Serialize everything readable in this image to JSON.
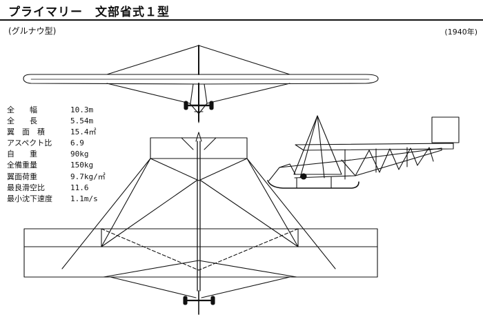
{
  "header": {
    "title": "プライマリー　文部省式１型",
    "subtitle": "(グルナウ型)",
    "year": "(1940年)"
  },
  "specs": [
    {
      "label": "全　　幅",
      "value": "10.3m"
    },
    {
      "label": "全　　長",
      "value": "5.54m"
    },
    {
      "label": "翼　面　積",
      "value": "15.4㎡"
    },
    {
      "label": "アスペクト比",
      "value": "6.9"
    },
    {
      "label": "自　　重",
      "value": "90kg"
    },
    {
      "label": "全備重量",
      "value": "150kg"
    },
    {
      "label": "翼面荷重",
      "value": "9.7kg/㎡"
    },
    {
      "label": "最良滑空比",
      "value": "11.6"
    },
    {
      "label": "最小沈下速度",
      "value": "1.1m/s"
    }
  ],
  "colors": {
    "line": "#111111",
    "background": "#ffffff"
  }
}
